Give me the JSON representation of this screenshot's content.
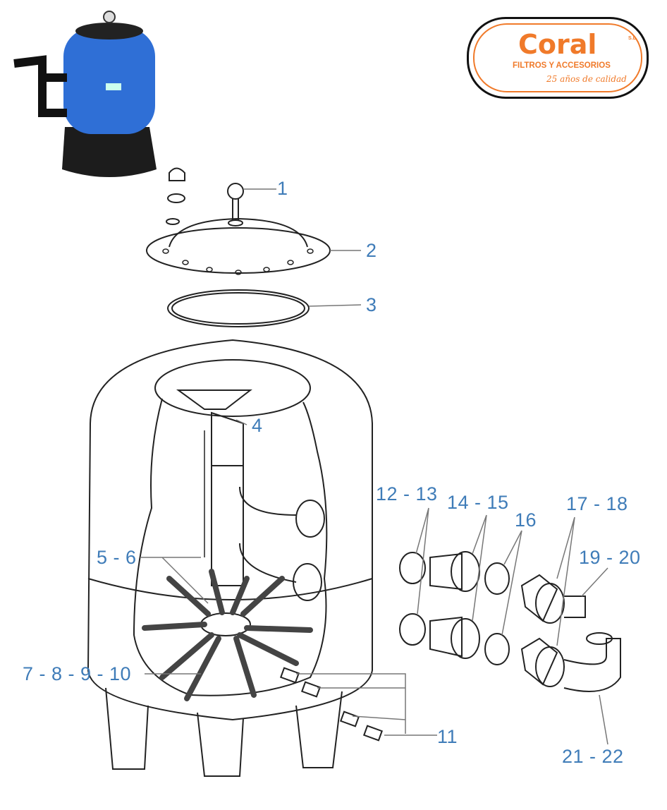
{
  "logo": {
    "brand": "Coral",
    "suffix": "S.L.",
    "tagline": "FILTROS Y ACCESORIOS",
    "motto": "25 años de calidad",
    "color": "#f07a2a"
  },
  "label_color": "#3f7cb8",
  "parts": [
    {
      "id": "p1",
      "label": "1"
    },
    {
      "id": "p2",
      "label": "2"
    },
    {
      "id": "p3",
      "label": "3"
    },
    {
      "id": "p4",
      "label": "4"
    },
    {
      "id": "p5",
      "label": "5 - 6"
    },
    {
      "id": "p7",
      "label": "7 - 8 - 9 - 10"
    },
    {
      "id": "p11",
      "label": "11"
    },
    {
      "id": "p12",
      "label": "12 - 13"
    },
    {
      "id": "p14",
      "label": "14 - 15"
    },
    {
      "id": "p16",
      "label": "16"
    },
    {
      "id": "p17",
      "label": "17 - 18"
    },
    {
      "id": "p19",
      "label": "19 - 20"
    },
    {
      "id": "p21",
      "label": "21 - 22"
    }
  ]
}
